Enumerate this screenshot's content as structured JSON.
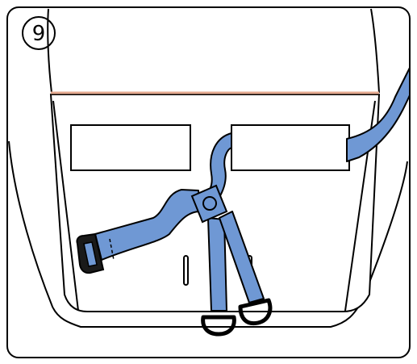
{
  "step": {
    "number": "9"
  },
  "colors": {
    "strap": "#6f98d4",
    "outline": "#000000",
    "accent_line": "#e3a98f",
    "background": "#ffffff"
  },
  "parts": [
    "seat-back-panel",
    "side-strap",
    "side-buckle",
    "center-slider",
    "shoulder-strap",
    "lower-strap-left",
    "lower-strap-right",
    "d-ring-left",
    "d-ring-right",
    "strap-pocket-left",
    "strap-pocket-right"
  ]
}
